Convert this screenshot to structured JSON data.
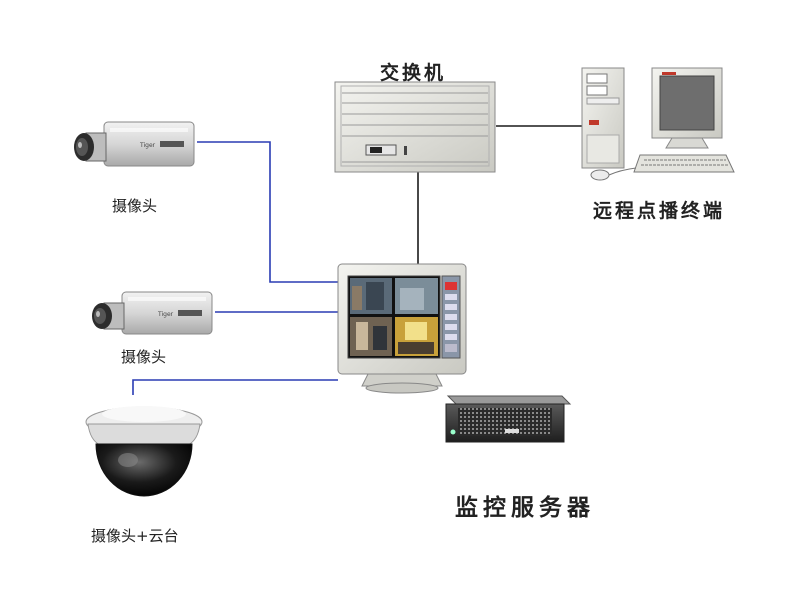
{
  "diagram": {
    "nodes": {
      "switch": {
        "label": "交换机"
      },
      "remote_terminal": {
        "label": "远程点播终端"
      },
      "camera_1": {
        "label": "摄像头"
      },
      "camera_2": {
        "label": "摄像头"
      },
      "dome_camera": {
        "label": "摄像头+云台"
      },
      "monitor_server": {
        "label": "监控服务器"
      }
    },
    "colors": {
      "video_link": "#2a3cb4",
      "network_link": "#1a1a1a"
    }
  }
}
